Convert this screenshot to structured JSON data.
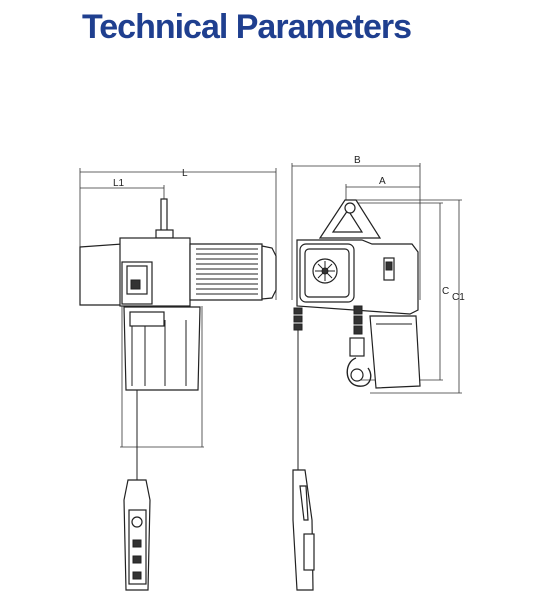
{
  "title": "Technical Parameters",
  "colors": {
    "title": "#1f3f8f",
    "line": "#222222"
  },
  "dimensions": {
    "L": "L",
    "L1": "L1",
    "B": "B",
    "A": "A",
    "C": "C",
    "C1": "C1"
  }
}
